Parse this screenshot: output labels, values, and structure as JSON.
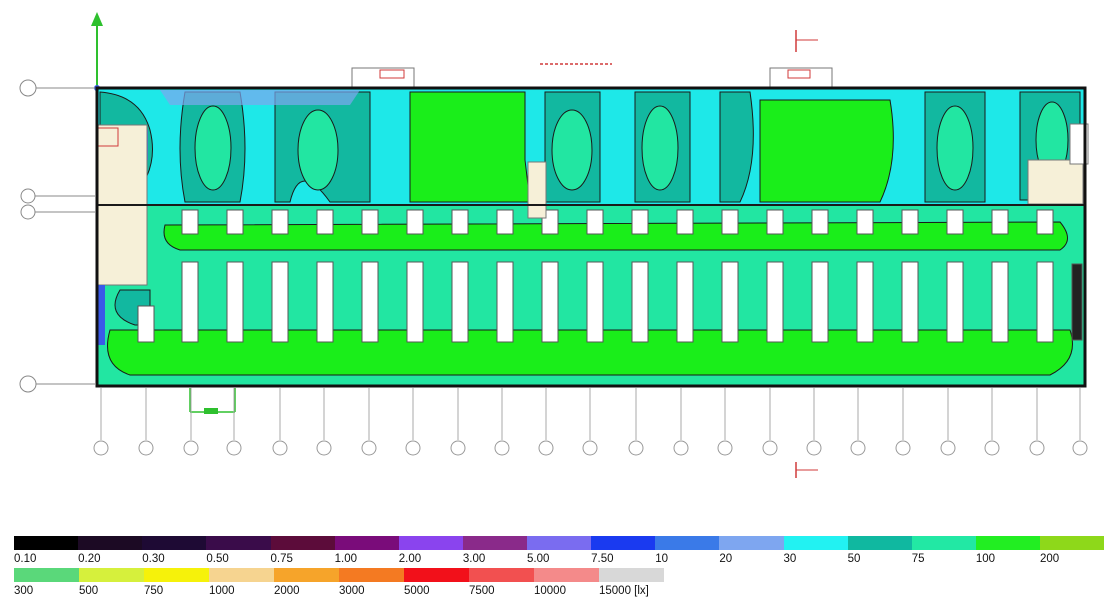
{
  "legend": {
    "row1": [
      {
        "label": "0.10",
        "color": "#000000"
      },
      {
        "label": "0.20",
        "color": "#1c0a24"
      },
      {
        "label": "0.30",
        "color": "#1e0a34"
      },
      {
        "label": "0.50",
        "color": "#3a0c4a"
      },
      {
        "label": "0.75",
        "color": "#5c0c3a"
      },
      {
        "label": "1.00",
        "color": "#7a0c7a"
      },
      {
        "label": "2.00",
        "color": "#8a44ee"
      },
      {
        "label": "3.00",
        "color": "#8a2a8a"
      },
      {
        "label": "5.00",
        "color": "#7a6cf0"
      },
      {
        "label": "7.50",
        "color": "#1a3af0"
      },
      {
        "label": "10",
        "color": "#3a7ae8"
      },
      {
        "label": "20",
        "color": "#7ea6f0"
      },
      {
        "label": "30",
        "color": "#22f2f2"
      },
      {
        "label": "50",
        "color": "#10b8a0"
      },
      {
        "label": "75",
        "color": "#22e8a4"
      },
      {
        "label": "100",
        "color": "#22ee22"
      },
      {
        "label": "200",
        "color": "#8ed81a"
      }
    ],
    "row2": [
      {
        "label": "300",
        "color": "#5ad87a"
      },
      {
        "label": "500",
        "color": "#d6f03c"
      },
      {
        "label": "750",
        "color": "#f6f20a"
      },
      {
        "label": "1000",
        "color": "#f6d490"
      },
      {
        "label": "2000",
        "color": "#f6a42a"
      },
      {
        "label": "3000",
        "color": "#f47a22"
      },
      {
        "label": "5000",
        "color": "#f2101a"
      },
      {
        "label": "7500",
        "color": "#f25050"
      },
      {
        "label": "10000",
        "color": "#f48a8a"
      },
      {
        "label": "15000 [lx]",
        "color": "#d8d8d8"
      }
    ]
  }
}
